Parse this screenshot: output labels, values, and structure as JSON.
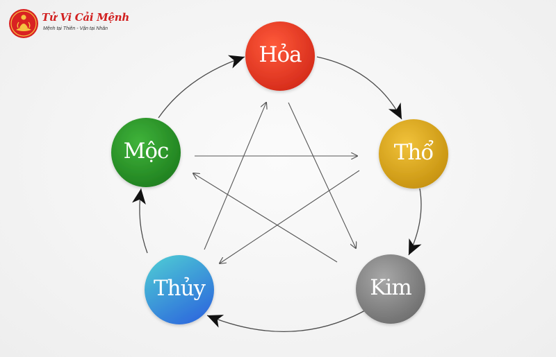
{
  "brand": {
    "title": "Tử Vi Cải Mệnh",
    "tagline": "Mệnh tại Thiên - Vận tại Nhân"
  },
  "elements": {
    "hoa": {
      "label": "Hỏa",
      "color": "#e8402a"
    },
    "tho": {
      "label": "Thổ",
      "color": "#d9a91f"
    },
    "kim": {
      "label": "Kim",
      "color": "#8d8d8d"
    },
    "thuy": {
      "label": "Thủy",
      "color": "#3fa8d8"
    },
    "moc": {
      "label": "Mộc",
      "color": "#2f9a2c"
    }
  }
}
